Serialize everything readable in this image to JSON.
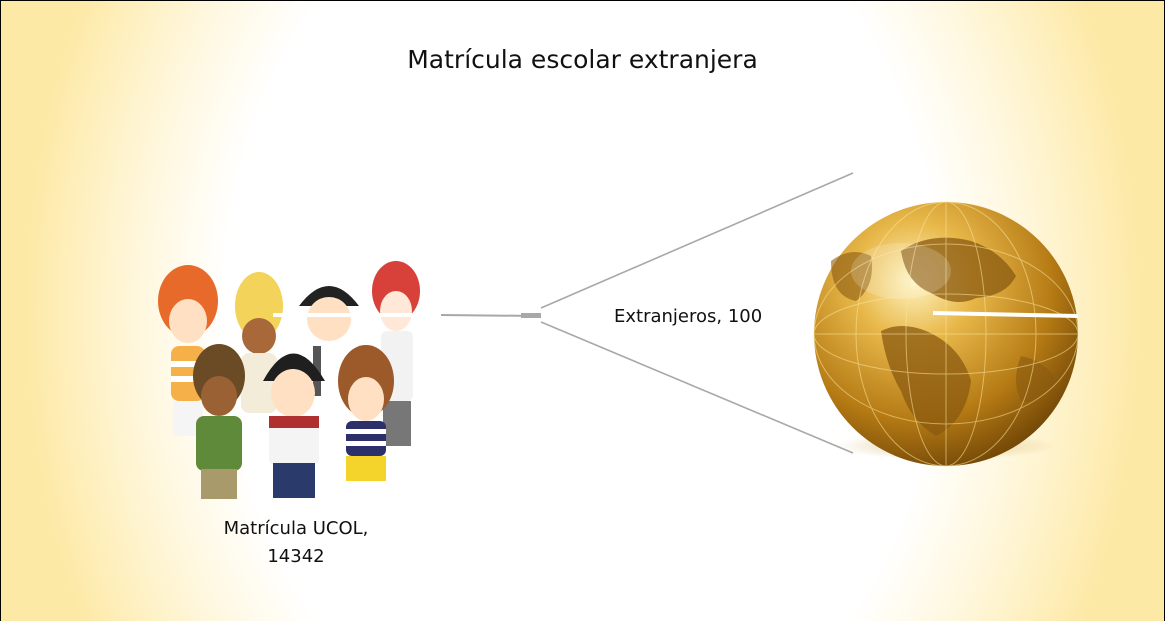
{
  "chart_data": {
    "type": "pie",
    "title": "Matrícula escolar extranjera",
    "slices": [
      {
        "label": "Matrícula UCOL",
        "value": 14342,
        "label_lines": [
          "Matrícula UCOL,",
          "14342"
        ]
      },
      {
        "label": "Extranjeros",
        "value": 100,
        "label_text": "Extranjeros, 100"
      }
    ],
    "colors": {
      "connector": "#a8a8a8",
      "slice_divider": "#ffffff",
      "title": "#111111"
    }
  },
  "icons": {
    "children_picture": "children-group-clipart",
    "globe_picture": "golden-globe"
  }
}
